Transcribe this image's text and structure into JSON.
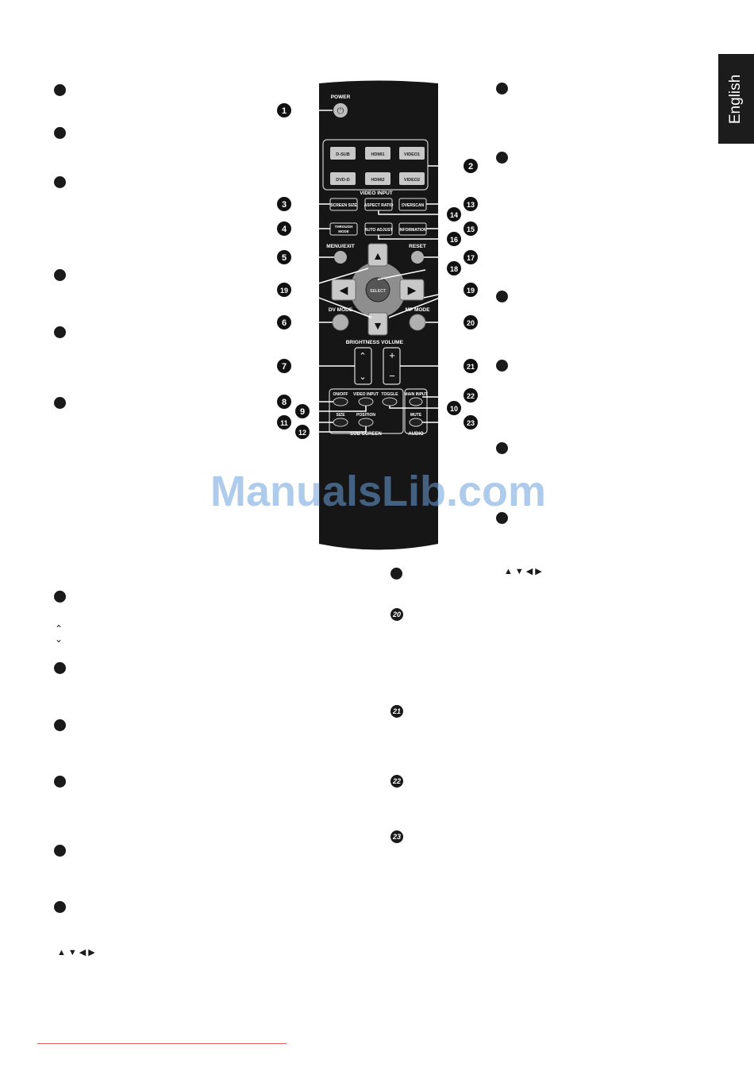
{
  "language_tab": "English",
  "watermark": "ManualsLib.com",
  "remote": {
    "power_label": "POWER",
    "video_input_buttons": [
      "D-SUB",
      "HDMI1",
      "VIDEO1",
      "DVD-D",
      "HDMI2",
      "VIDEO2"
    ],
    "video_input_label": "VIDEO INPUT",
    "screen_size": "SCREEN SIZE",
    "aspect_ratio": "ASPECT RATIO",
    "overscan": "OVERSCAN",
    "through_mode_1": "THROUGH",
    "through_mode_2": "MODE",
    "auto_adjust": "AUTO ADJUST",
    "information": "INFORMATION",
    "menu_exit": "MENU/EXIT",
    "reset": "RESET",
    "select": "SELECT",
    "dv_mode": "DV MODE",
    "mp_mode": "MP MODE",
    "brightness": "BRIGHTNESS",
    "volume": "VOLUME",
    "on_off": "ON/OFF",
    "sub_video_input": "VIDEO INPUT",
    "toggle": "TOGGLE",
    "main_input": "MAIN INPUT",
    "size": "SIZE",
    "position": "POSITION",
    "mute": "MUTE",
    "sub_screen": "SUB-SCREEN",
    "audio": "AUDIO",
    "callouts": [
      "1",
      "2",
      "3",
      "4",
      "5",
      "6",
      "7",
      "8",
      "9",
      "10",
      "11",
      "12",
      "13",
      "14",
      "15",
      "16",
      "17",
      "18",
      "19",
      "20",
      "21",
      "22",
      "23"
    ]
  },
  "inline_markers": {
    "numbered_20": "20",
    "numbered_21": "21",
    "numbered_22": "22",
    "numbered_23": "23",
    "arrow_glyphs": "▲▼◀▶",
    "caret_up": "⌃",
    "caret_down": "⌄"
  },
  "colors": {
    "remote_body": "#161616",
    "button_gray": "#c8c8c8",
    "dpad_gray": "#9a9a9a",
    "tab_bg": "#1c1c1c"
  }
}
